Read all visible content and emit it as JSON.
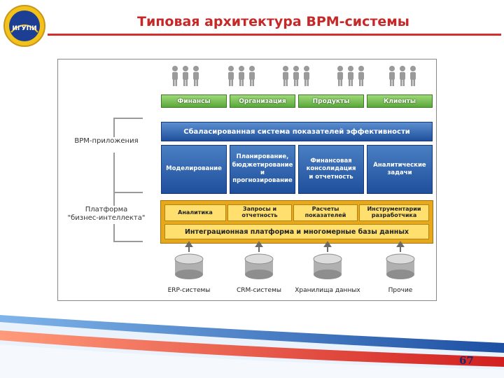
{
  "header": {
    "title": "Типовая архитектура BPM-системы",
    "logo_text": "ИГУПИ"
  },
  "page_number": "67",
  "diagram": {
    "side_labels": {
      "apps": "BPM-приложения",
      "platform_line1": "Платформа",
      "platform_line2": "\"бизнес-интеллекта\""
    },
    "green_bars": [
      "Финансы",
      "Организация",
      "Продукты",
      "Клиенты"
    ],
    "blue_bar": "Сбаласированная система показателей эффективности",
    "blue_boxes": [
      "Моделирование",
      "Планирование,\nбюджетирование\nи\nпрогнозирование",
      "Финансовая\nконсолидация\nи отчетность",
      "Аналитические\nзадачи"
    ],
    "yellow_boxes": [
      "Аналитика",
      "Запросы и\nотчетность",
      "Расчеты\nпоказателей",
      "Инструментарии\nразработчика"
    ],
    "integration_bar": "Интеграционная платформа и многомерные базы данных",
    "sources": [
      "ERP-системы",
      "CRM-системы",
      "Хранилища данных",
      "Прочие"
    ]
  },
  "colors": {
    "title": "#c62828",
    "green": "#5aa83a",
    "blue": "#1f4f9c",
    "yellow": "#ffe06e",
    "orange": "#e7a81b",
    "page_number": "#1a2a6c"
  }
}
